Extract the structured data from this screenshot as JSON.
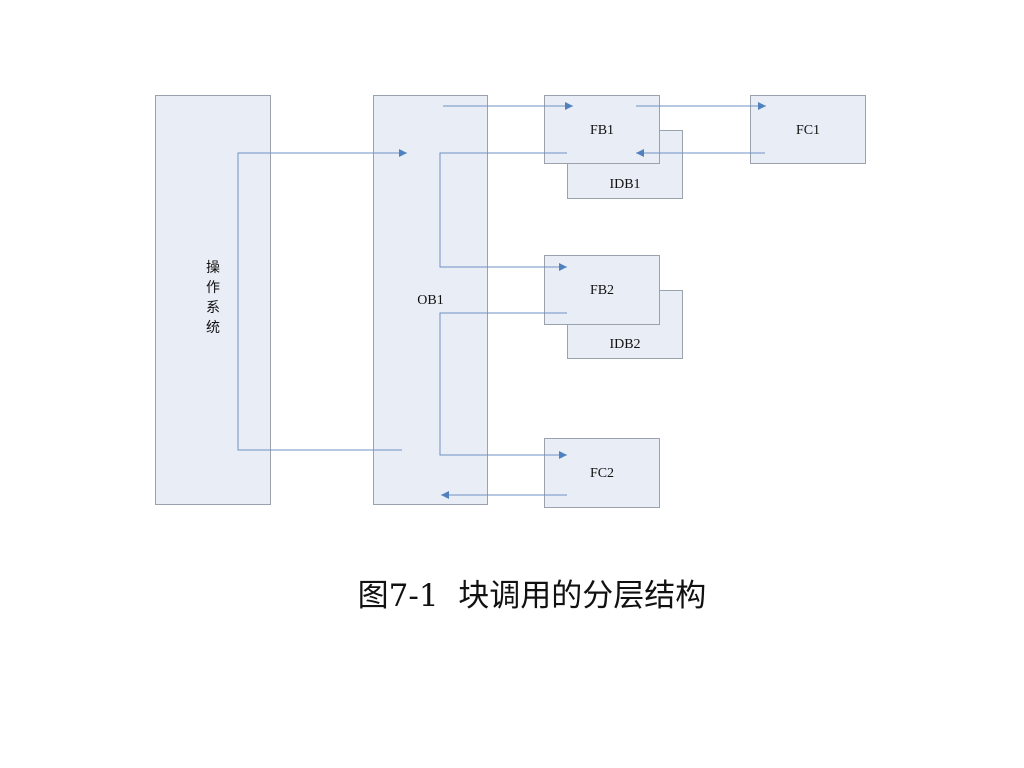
{
  "diagram": {
    "blocks": {
      "os": {
        "label": [
          "操",
          "作",
          "系",
          "统"
        ]
      },
      "ob1": {
        "label": "OB1"
      },
      "fb1": {
        "label": "FB1"
      },
      "idb1": {
        "label": "IDB1"
      },
      "fc1": {
        "label": "FC1"
      },
      "fb2": {
        "label": "FB2"
      },
      "idb2": {
        "label": "IDB2"
      },
      "fc2": {
        "label": "FC2"
      }
    },
    "colors": {
      "block_fill": "#e9edf6",
      "block_border": "#9aa2ad",
      "connector": "#4f81bd"
    }
  },
  "caption": "图7-1  块调用的分层结构"
}
